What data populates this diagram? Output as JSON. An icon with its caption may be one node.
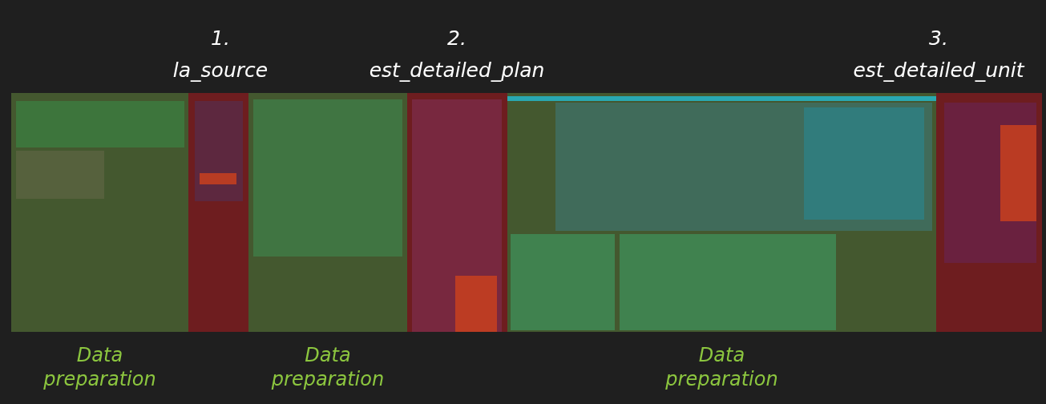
{
  "diagram": {
    "nodes": [
      {
        "text": [
          "Data preparation"
        ]
      },
      {
        "text": [
          "1. la_source"
        ]
      },
      {
        "text": [
          "Data preparation"
        ]
      },
      {
        "text": [
          "2. est_detailed_plan"
        ]
      },
      {
        "text": [
          "Data preparation"
        ]
      },
      {
        "text": [
          "3. est_detailed_unit"
        ]
      }
    ],
    "edges": []
  }
}
